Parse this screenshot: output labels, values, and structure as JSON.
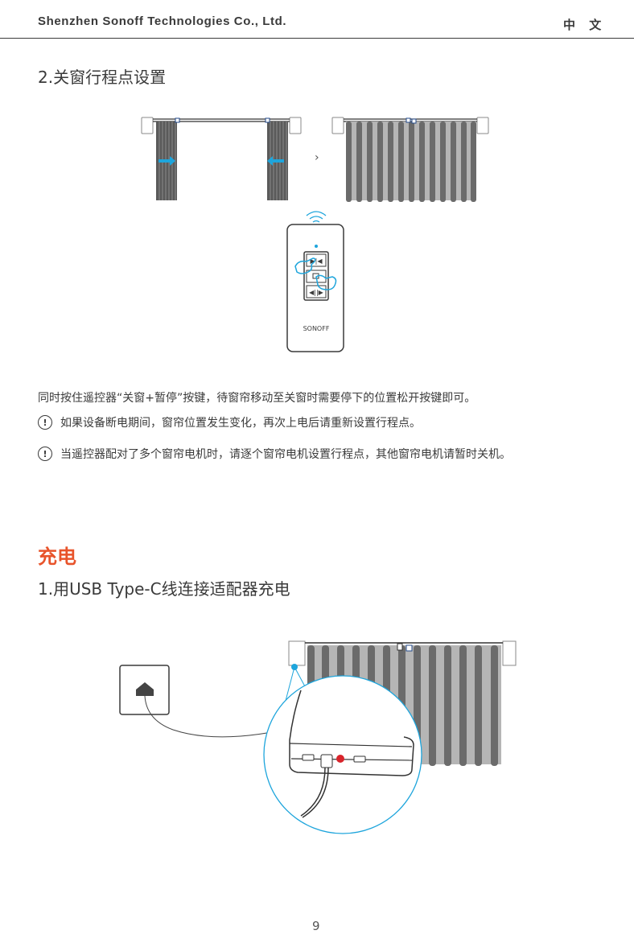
{
  "header": {
    "company": "Shenzhen Sonoff Technologies Co., Ltd.",
    "language": "中 文"
  },
  "step2": {
    "title": "2.关窗行程点设置",
    "instruction": "同时按住遥控器“关窗+暂停”按键，待窗帘移动至关窗时需要停下的位置松开按键即可。",
    "warnings": [
      {
        "icon": "exclamation-circle-icon",
        "text": "如果设备断电期间，窗帘位置发生变化，再次上电后请重新设置行程点。"
      },
      {
        "icon": "exclamation-circle-icon",
        "text": "当遥控器配对了多个窗帘电机时，请逐个窗帘电机设置行程点，其他窗帘电机请暂时关机。"
      }
    ],
    "arrow_glyph": "›",
    "remote_brand": "Sonoff"
  },
  "charging": {
    "section_title": "充电",
    "step1_title": "1.用USB Type-C线连接适配器充电"
  },
  "colors": {
    "accent_orange": "#e8542b",
    "accent_blue": "#1ea5dc",
    "led_red": "#d8242b",
    "curtain_dark": "#6b6b6b",
    "curtain_light": "#b5b5b5"
  },
  "footer": {
    "page_number": "9"
  }
}
